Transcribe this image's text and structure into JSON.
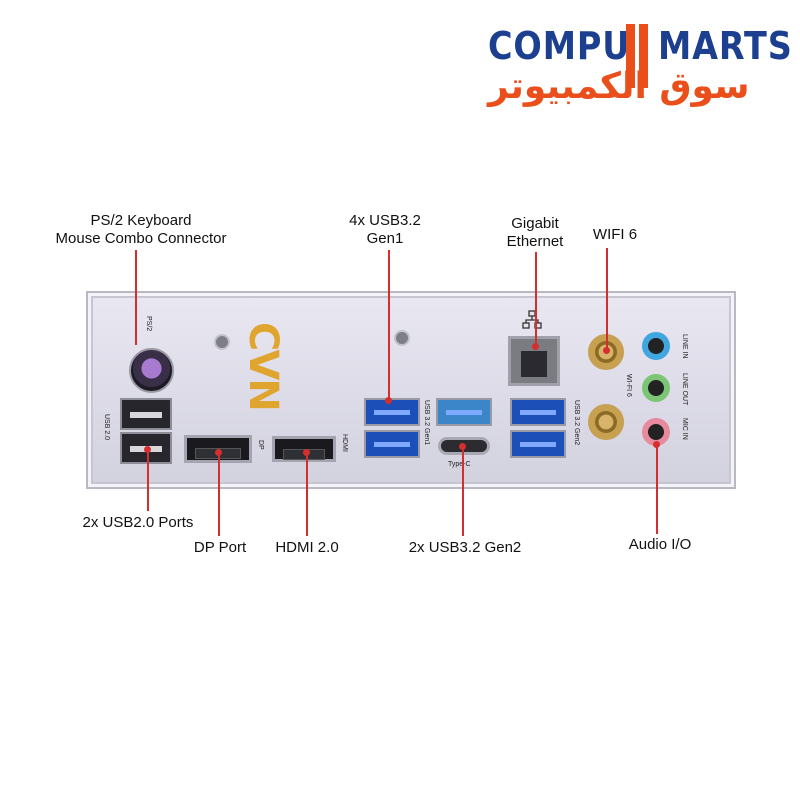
{
  "logo": {
    "primary_left": "COMPU",
    "primary_right": "MARTS",
    "arabic": "سوق الكمبيوتر",
    "primary_color": "#1c3f8f",
    "accent_color": "#e94e1b"
  },
  "callouts": {
    "ps2": {
      "line1": "PS/2 Keyboard",
      "line2": "Mouse Combo Connector"
    },
    "usb32_gen1": {
      "line1": "4x USB3.2",
      "line2": "Gen1"
    },
    "ethernet": {
      "line1": "Gigabit",
      "line2": "Ethernet"
    },
    "wifi": "WIFI 6",
    "usb20": "2x USB2.0 Ports",
    "dp": "DP Port",
    "hdmi": "HDMI 2.0",
    "usb32_gen2": "2x USB3.2 Gen2",
    "audio": "Audio I/O"
  },
  "shield_labels": {
    "ps2": "PS/2",
    "usb20": "USB 2.0",
    "dp": "DP",
    "hdmi": "HDMI",
    "usb32_gen1": "USB 3.2 Gen1",
    "typec": "Type-C",
    "usb32_gen2": "USB 3.2 Gen2",
    "wifi6": "WI-FI 6",
    "line_in": "LINE IN",
    "line_out": "LINE OUT",
    "mic_in": "MIC IN"
  },
  "vendor_mark": "CVN",
  "colors": {
    "leader_line": "#d52e2e",
    "usb3": "#1d4fb8",
    "line_in": "#3fa6e0",
    "line_out": "#7cc576",
    "mic_in": "#e88a9e",
    "ps2": "#a87ad0",
    "vendor_mark": "#e0a52e"
  }
}
